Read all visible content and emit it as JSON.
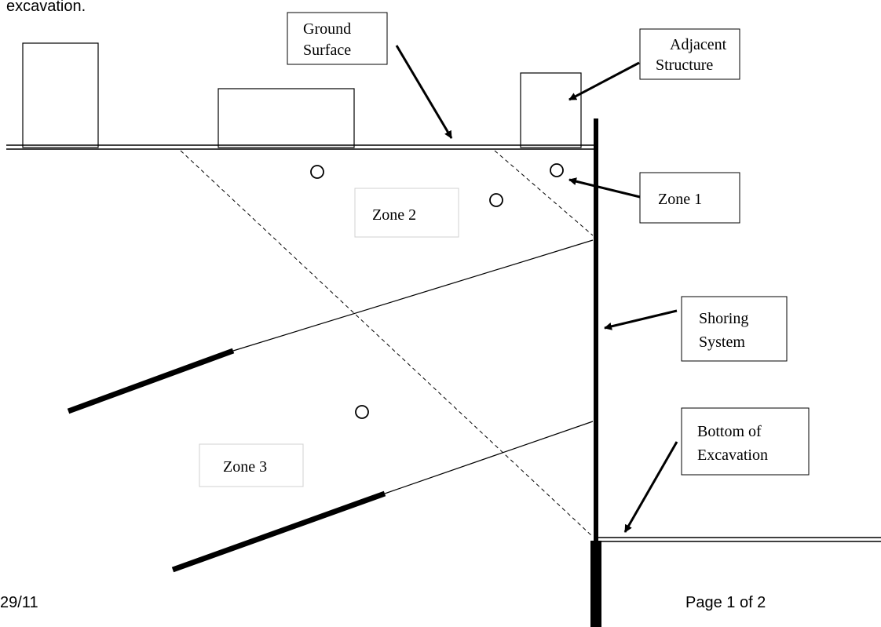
{
  "header": {
    "fragment": "excavation."
  },
  "labels": {
    "ground_surface": [
      "Ground",
      "Surface"
    ],
    "adjacent_structure": [
      "Adjacent",
      "Structure"
    ],
    "zone1": "Zone 1",
    "zone2": "Zone 2",
    "zone3": "Zone 3",
    "shoring_system": [
      "Shoring",
      "System"
    ],
    "bottom_of_excavation": [
      "Bottom of",
      "Excavation"
    ]
  },
  "footer": {
    "date_fragment": "29/11",
    "page": "Page 1 of 2"
  }
}
